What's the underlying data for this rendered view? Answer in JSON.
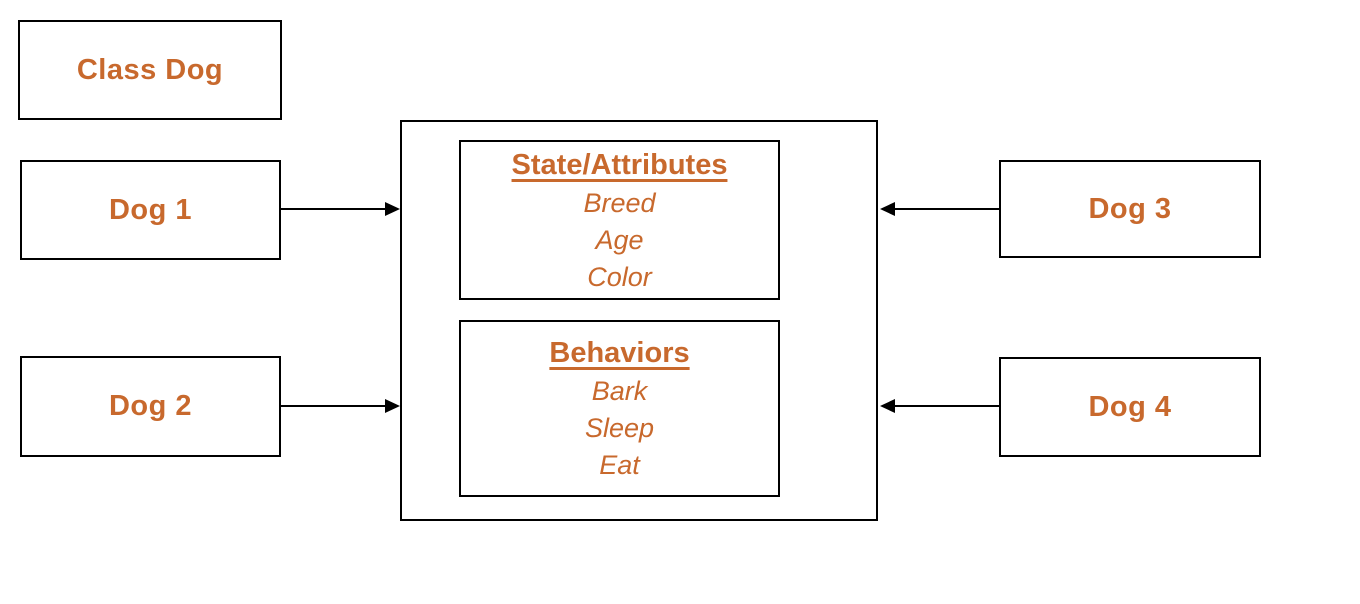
{
  "diagram": {
    "class_label": "Class Dog",
    "instances": [
      {
        "label": "Dog 1",
        "side": "left"
      },
      {
        "label": "Dog 2",
        "side": "left"
      },
      {
        "label": "Dog 3",
        "side": "right"
      },
      {
        "label": "Dog 4",
        "side": "right"
      }
    ],
    "class_members": {
      "attributes": {
        "heading": "State/Attributes",
        "items": [
          "Breed",
          "Age",
          "Color"
        ]
      },
      "behaviors": {
        "heading": "Behaviors",
        "items": [
          "Bark",
          "Sleep",
          "Eat"
        ]
      }
    },
    "colors": {
      "text": "#C8692D",
      "shape_border": "#000000",
      "arrow": "#000000",
      "canvas_background": "#FFFFFF"
    }
  }
}
